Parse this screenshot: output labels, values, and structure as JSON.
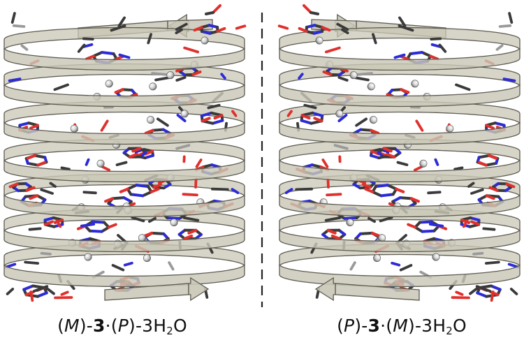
{
  "figure": {
    "left_panel": {
      "caption": {
        "prefix_open": "(",
        "prefix_letter": "M",
        "prefix_close": ")-",
        "compound": "3",
        "dot": "·(",
        "guest_letter": "P",
        "guest_close": ")-3H",
        "subscript": "2",
        "suffix": "O"
      },
      "helix_handedness": "M",
      "arrow_direction": "right"
    },
    "right_panel": {
      "caption": {
        "prefix_open": "(",
        "prefix_letter": "P",
        "prefix_close": ")-",
        "compound": "3",
        "dot": "·(",
        "guest_letter": "M",
        "guest_close": ")-3H",
        "subscript": "2",
        "suffix": "O"
      },
      "helix_handedness": "P",
      "arrow_direction": "left"
    },
    "colors": {
      "ribbon_fill": "#c9c7b6",
      "ribbon_stroke": "#5e5c52",
      "carbon": "#3a3a3a",
      "nitrogen": "#2b2bd8",
      "oxygen": "#e0302c",
      "metal_atom": "#d8d8d8",
      "divider": "#222222"
    }
  }
}
